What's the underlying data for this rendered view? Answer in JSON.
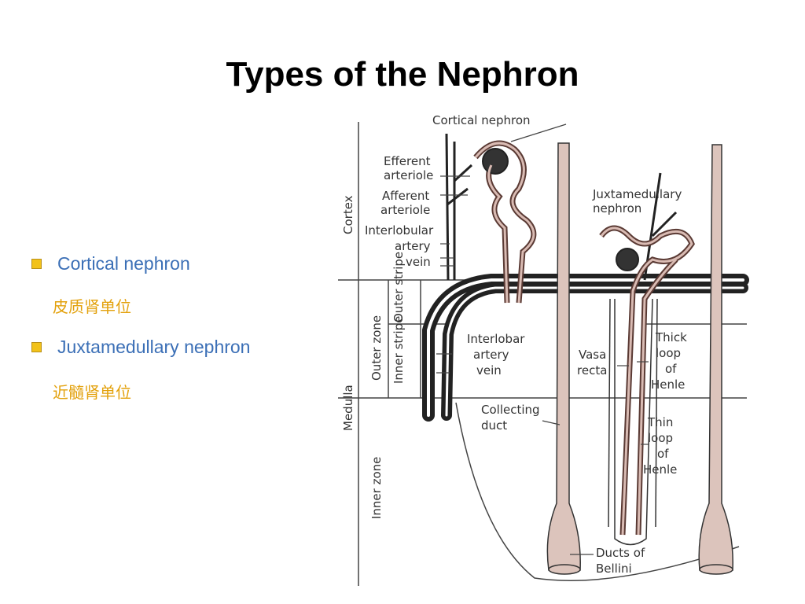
{
  "slide": {
    "title": "Types of the Nephron"
  },
  "bullets": [
    {
      "label": "Cortical nephron",
      "sub": "皮质肾单位"
    },
    {
      "label": "Juxtamedullary nephron",
      "sub": "近髓肾单位"
    }
  ],
  "diagram": {
    "zones": {
      "cortex": "Cortex",
      "outer_zone": "Outer zone",
      "outer_stripe": "Outer stripe",
      "inner_stripe": "Inner stripe",
      "medulla": "Medulla",
      "inner_zone": "Inner zone"
    },
    "labels": {
      "cortical_nephron": "Cortical nephron",
      "efferent_1": "Efferent",
      "efferent_2": "arteriole",
      "afferent_1": "Afferent",
      "afferent_2": "arteriole",
      "interlobular_1": "Interlobular",
      "interlobular_2": "artery",
      "interlobular_3": "vein",
      "juxta_1": "Juxtamedullary",
      "juxta_2": "nephron",
      "interlobar_1": "Interlobar",
      "interlobar_2": "artery",
      "interlobar_3": "vein",
      "vasa_1": "Vasa",
      "vasa_2": "recta",
      "thick_1": "Thick",
      "thick_2": "loop",
      "thick_3": "of",
      "thick_4": "Henle",
      "collecting_1": "Collecting",
      "collecting_2": "duct",
      "thin_1": "Thin",
      "thin_2": "loop",
      "thin_3": "of",
      "thin_4": "Henle",
      "ducts_1": "Ducts of",
      "ducts_2": "Bellini"
    },
    "colors": {
      "tubule": "#c9a7a0",
      "vessel": "#333333",
      "line": "#555555"
    }
  }
}
